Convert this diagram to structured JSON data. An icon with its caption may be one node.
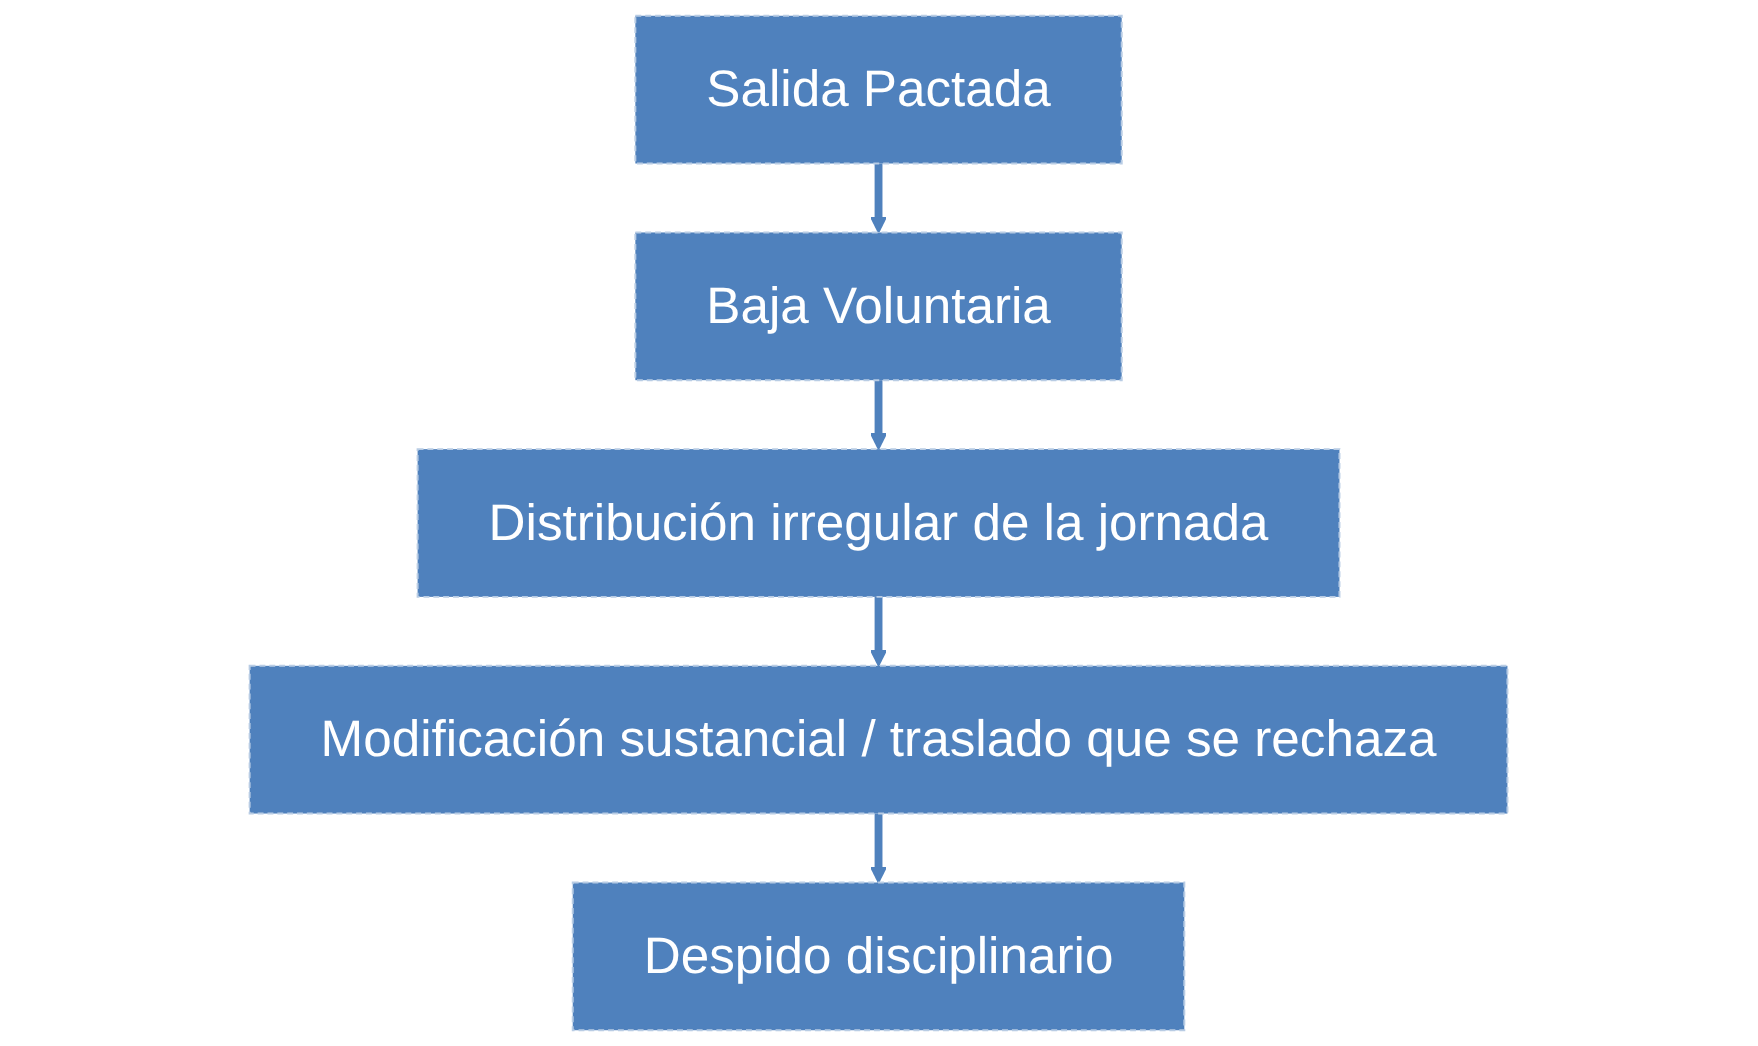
{
  "diagram": {
    "nodes": [
      {
        "text": [
          "Salida Pactada"
        ]
      },
      {
        "text": [
          "Baja Voluntaria"
        ]
      },
      {
        "text": [
          "Distribución irregular de la jornada"
        ]
      },
      {
        "text": [
          "Modificación sustancial / traslado que se rechaza"
        ]
      },
      {
        "text": [
          "Despido disciplinario"
        ]
      }
    ],
    "edges": [
      {
        "from": 0,
        "to": 1,
        "arrow": "to"
      },
      {
        "from": 1,
        "to": 2,
        "arrow": "to"
      },
      {
        "from": 2,
        "to": 3,
        "arrow": "to"
      },
      {
        "from": 3,
        "to": 4,
        "arrow": "to"
      }
    ]
  }
}
